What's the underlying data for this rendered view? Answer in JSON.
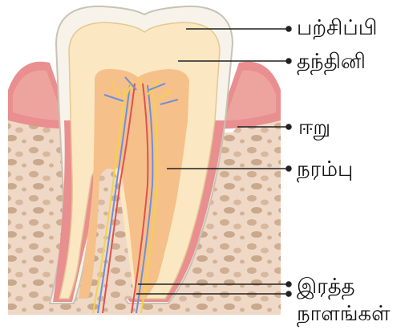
{
  "labels": {
    "enamel": "பற்சிப்பி",
    "dentin": "தந்தினி",
    "gum": "ஈறு",
    "nerve": "நரம்பு",
    "blood_vessels_line1": "இரத்த",
    "blood_vessels_line2": "நாளங்கள்"
  },
  "colors": {
    "enamel": "#f7f3ea",
    "dentin": "#fbe7c2",
    "pulp": "#f6c08a",
    "gum": "#e98f8f",
    "bone": "#efd9c6",
    "bone_pores": "#c9a88c",
    "nerve": "#f4d24a",
    "vein": "#6f8fd6",
    "artery": "#e05050",
    "leader_line": "#222222"
  }
}
